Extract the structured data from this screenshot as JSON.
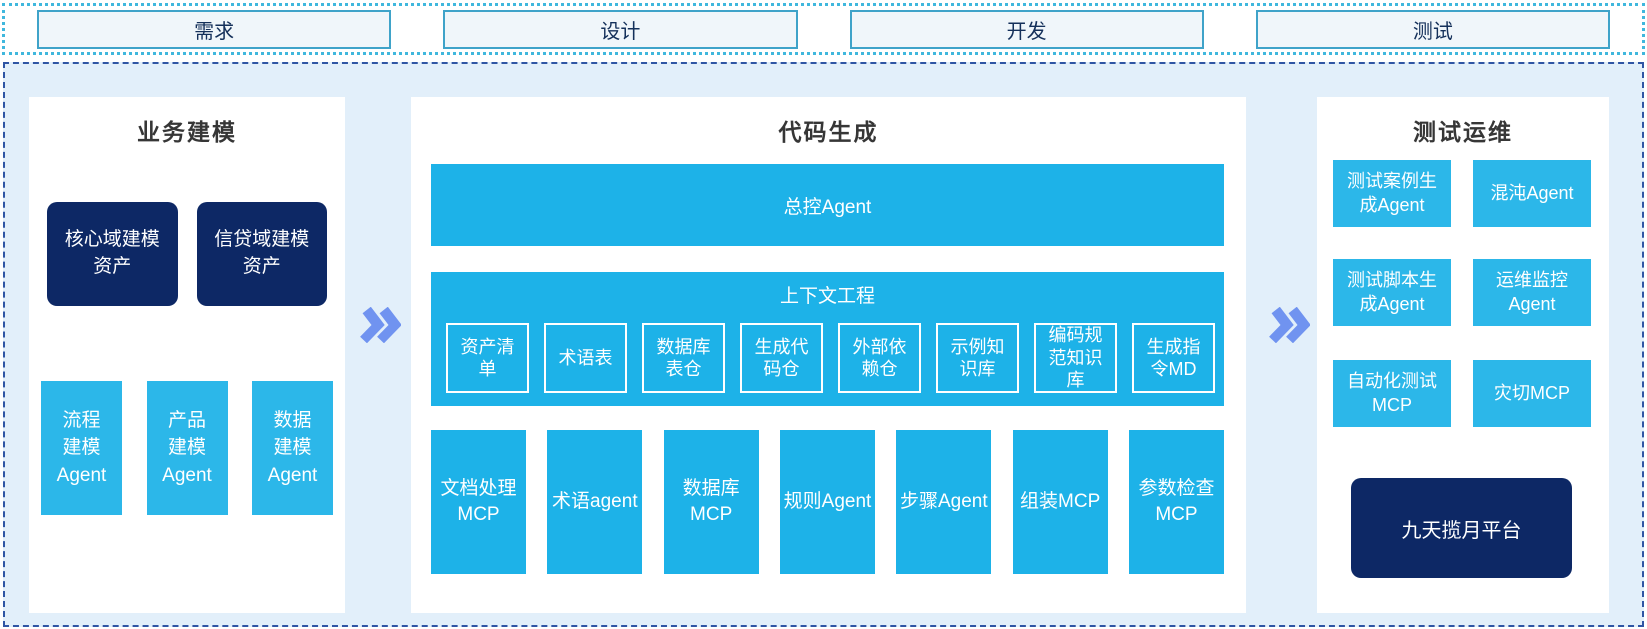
{
  "phases": {
    "items": [
      {
        "label": "需求"
      },
      {
        "label": "设计"
      },
      {
        "label": "开发"
      },
      {
        "label": "测试"
      }
    ]
  },
  "business_modeling": {
    "title": "业务建模",
    "assets": [
      {
        "label": "核心域建模\n资产"
      },
      {
        "label": "信贷域建模\n资产"
      }
    ],
    "agents": [
      {
        "label": "流程\n建模\nAgent"
      },
      {
        "label": "产品\n建模\nAgent"
      },
      {
        "label": "数据\n建模\nAgent"
      }
    ]
  },
  "code_generation": {
    "title": "代码生成",
    "master_agent_label": "总控Agent",
    "context_engineering": {
      "title": "上下文工程",
      "items": [
        {
          "label": "资产清\n单"
        },
        {
          "label": "术语表"
        },
        {
          "label": "数据库\n表仓"
        },
        {
          "label": "生成代\n码仓"
        },
        {
          "label": "外部依\n赖仓"
        },
        {
          "label": "示例知\n识库"
        },
        {
          "label": "编码规\n范知识\n库"
        },
        {
          "label": "生成指\n令MD"
        }
      ]
    },
    "tools": [
      {
        "label": "文档处理\nMCP"
      },
      {
        "label": "术语agent"
      },
      {
        "label": "数据库\nMCP"
      },
      {
        "label": "规则Agent"
      },
      {
        "label": "步骤Agent"
      },
      {
        "label": "组装MCP"
      },
      {
        "label": "参数检查\nMCP"
      }
    ]
  },
  "test_ops": {
    "title": "测试运维",
    "agents": [
      {
        "label": "测试案例生\n成Agent"
      },
      {
        "label": "混沌Agent"
      },
      {
        "label": "测试脚本生\n成Agent"
      },
      {
        "label": "运维监控\nAgent"
      },
      {
        "label": "自动化测试\nMCP"
      },
      {
        "label": "灾切MCP"
      }
    ],
    "platform_label": "九天揽月平台"
  },
  "colors": {
    "cyan": "#1db2e8",
    "cyan_light": "#2cb7e9",
    "navy": "#0d2865",
    "canvas_bg": "#e2effa",
    "arrow": "#7093f0",
    "phase_box_bg": "#f0f6fa",
    "phase_box_border": "#3fa3c9",
    "top_dotted_border": "#3fb7dd",
    "main_dashed_border": "#2f55a4"
  }
}
